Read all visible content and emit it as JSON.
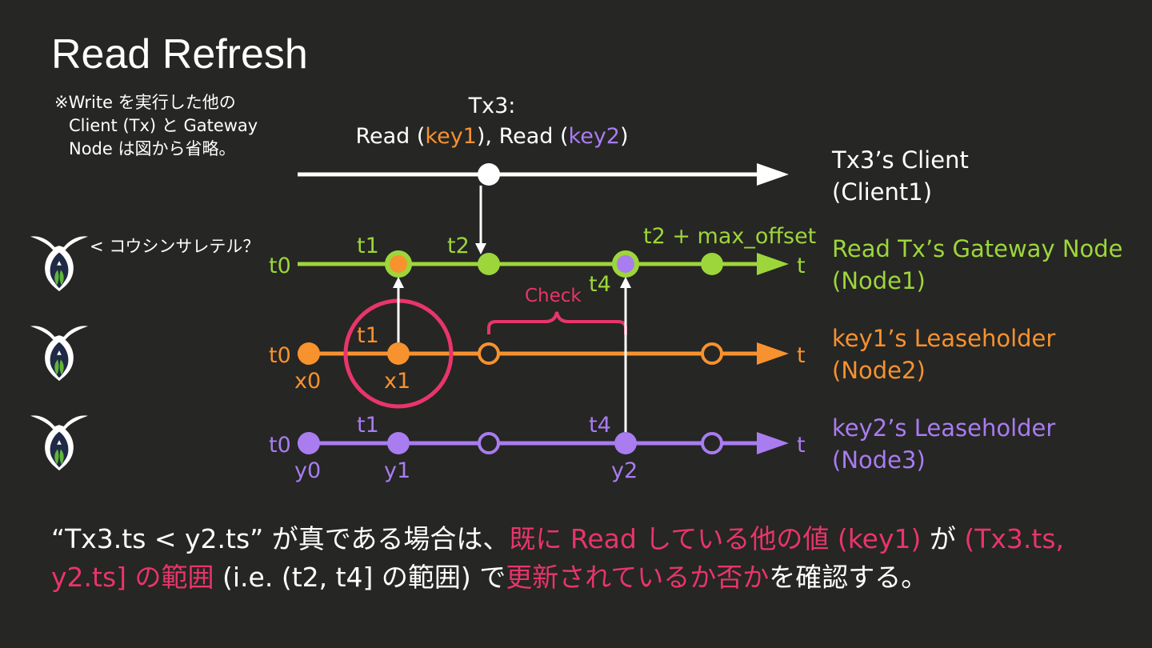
{
  "title": "Read Refresh",
  "note": {
    "line1": "※Write を実行した他の",
    "line2": "Client (Tx) と Gateway",
    "line3": "Node は図から省略。"
  },
  "tx3": {
    "line1": "Tx3:",
    "read1_prefix": "Read (",
    "key1": "key1",
    "read1_suffix": "), Read (",
    "key2": "key2",
    "read2_suffix": ")"
  },
  "bubble_text": "< コウシンサレテル？",
  "lanes": {
    "client": {
      "name": "Tx3’s Client",
      "sub": "(Client1)",
      "color": "#ffffff"
    },
    "node1": {
      "name": "Read Tx’s Gateway Node",
      "sub": "(Node1)",
      "color": "#9dd63a",
      "start": "t0",
      "end": "t",
      "t1": "t1",
      "t2": "t2",
      "t4": "t4",
      "offset": "t2 + max_offset"
    },
    "node2": {
      "name": "key1’s Leaseholder",
      "sub": "(Node2)",
      "color": "#f7922e",
      "start": "t0",
      "end": "t",
      "t1": "t1",
      "v0": "x0",
      "v1": "x1"
    },
    "node3": {
      "name": "key2’s Leaseholder",
      "sub": "(Node3)",
      "color": "#a97cf0",
      "start": "t0",
      "end": "t",
      "t1": "t1",
      "t4": "t4",
      "v0": "y0",
      "v1": "y1",
      "v2": "y2"
    }
  },
  "check_label": "Check",
  "accent_pink": "#e8356b",
  "icon": "cockroach-logo-icon",
  "bottom": {
    "p1": "“Tx3.ts < y2.ts” が真である場合は、",
    "p2": "既に Read している他の値",
    "p3": " (key1) ",
    "p4": "が ",
    "p5": "(Tx3.ts,",
    "p6": "y2.ts] の範囲",
    "p7": " (i.e. (t2, t4] の範囲) で",
    "p8": "更新されているか否か",
    "p9": "を確認する。"
  }
}
